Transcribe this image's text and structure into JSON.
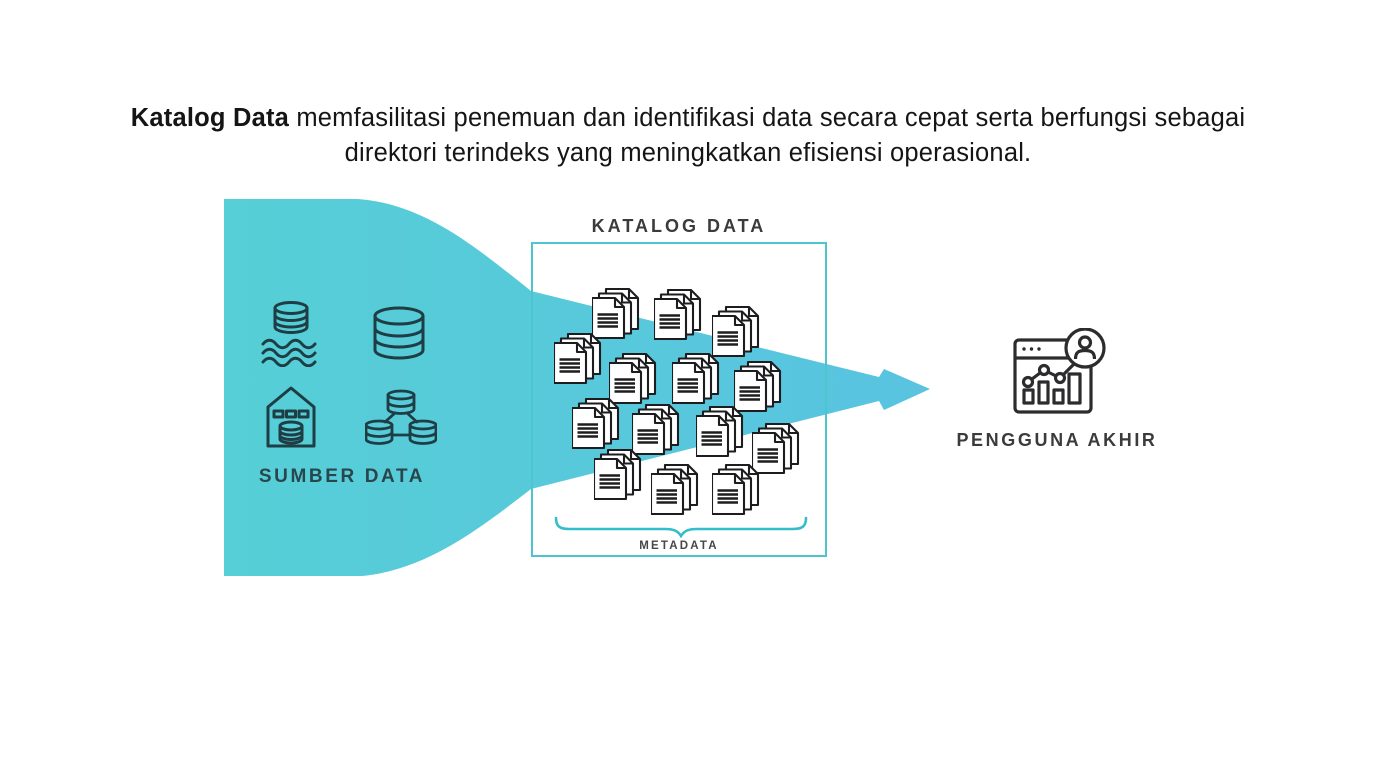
{
  "heading": {
    "bold": "Katalog Data",
    "rest": " memfasilitasi penemuan dan identifikasi data secara cepat serta berfungsi sebagai direktori terindeks yang meningkatkan efisiensi operasional."
  },
  "flow": {
    "sumber_data": {
      "label": "SUMBER DATA",
      "icons": [
        "data-lake-icon",
        "database-icon",
        "data-warehouse-icon",
        "distributed-database-icon"
      ]
    },
    "katalog_data": {
      "label": "KATALOG DATA",
      "documents_count": 14,
      "documents_icon": "document-stack-icon",
      "metadata_label": "METADATA"
    },
    "pengguna_akhir": {
      "label": "PENGGUNA AKHIR",
      "icon": "dashboard-user-icon"
    }
  },
  "colors": {
    "funnel_start": "#56CFD6",
    "funnel_end": "#59C3E0",
    "box_border": "#4CC5CF",
    "brace": "#35BDC9",
    "source_icon_stroke": "#1F3D44",
    "doc_stroke": "#1D1D1F",
    "dashboard_stroke": "#2C2C2E",
    "heading_text": "#151515",
    "label_dark": "#3B3B3B",
    "sumber_label": "#29464D"
  }
}
